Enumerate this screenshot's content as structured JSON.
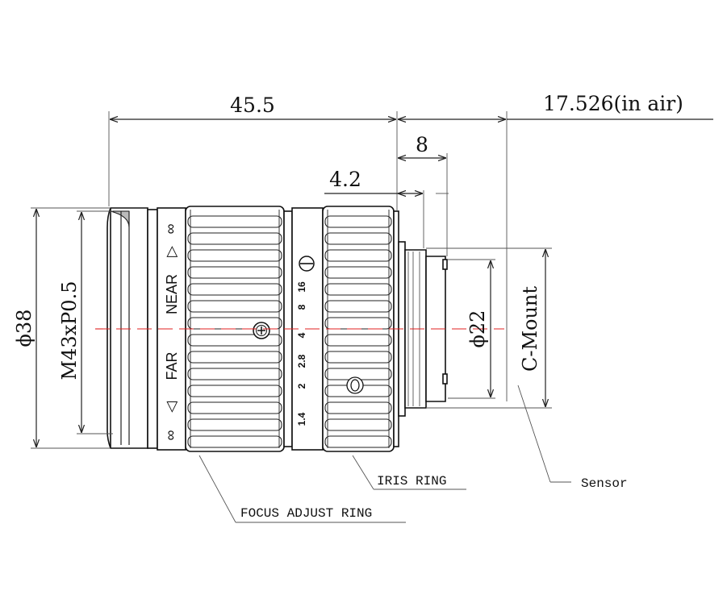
{
  "dimensions": {
    "overall_length": "45.5",
    "flange_distance": "17.526(in air)",
    "mount_length": "8",
    "thread_length": "4.2",
    "outer_diameter": "ϕ38",
    "filter_thread": "M43xP0.5",
    "mount_diameter": "ϕ22",
    "mount_type": "C-Mount"
  },
  "focus_ring": {
    "near_label": "NEAR",
    "far_label": "FAR",
    "infinity_mark": "∞",
    "near_arrow": "▷",
    "far_arrow": "◁"
  },
  "iris_scale": [
    "1.4",
    "2",
    "2.8",
    "4",
    "8",
    "16"
  ],
  "callouts": {
    "iris_ring": "IRIS RING",
    "focus_ring": "FOCUS ADJUST RING",
    "sensor": "Sensor"
  }
}
